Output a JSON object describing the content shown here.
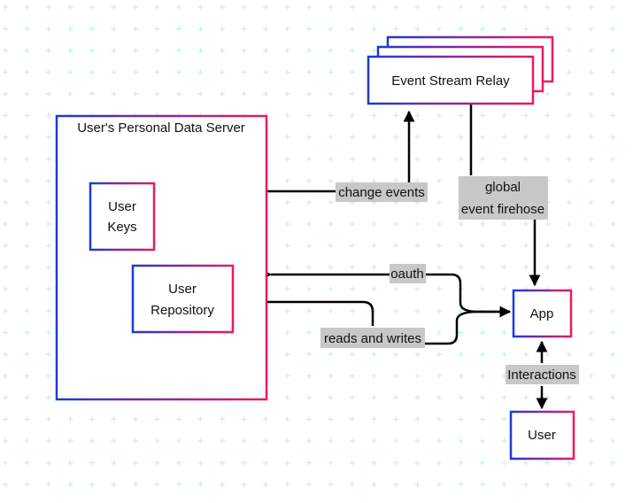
{
  "colors": {
    "background": "#ffffff",
    "grid_marks": "#cfeeea",
    "border_gradient_start": "#1e3ad6",
    "border_gradient_end": "#ee1a5e",
    "line": "#000000",
    "label_bg": "#c8c8c8",
    "text": "#111111"
  },
  "nodes": {
    "relay": {
      "label": "Event Stream Relay"
    },
    "pds": {
      "label": "User's Personal Data Server"
    },
    "keys": {
      "line1": "User",
      "line2": "Keys"
    },
    "repo": {
      "line1": "User",
      "line2": "Repository"
    },
    "app": {
      "label": "App"
    },
    "user": {
      "label": "User"
    }
  },
  "edges": {
    "change_events": {
      "label": "change events"
    },
    "firehose": {
      "line1": "global",
      "line2": "event firehose"
    },
    "oauth": {
      "label": "oauth"
    },
    "reads_writes": {
      "label": "reads and writes"
    },
    "interactions": {
      "label": "Interactions"
    }
  }
}
